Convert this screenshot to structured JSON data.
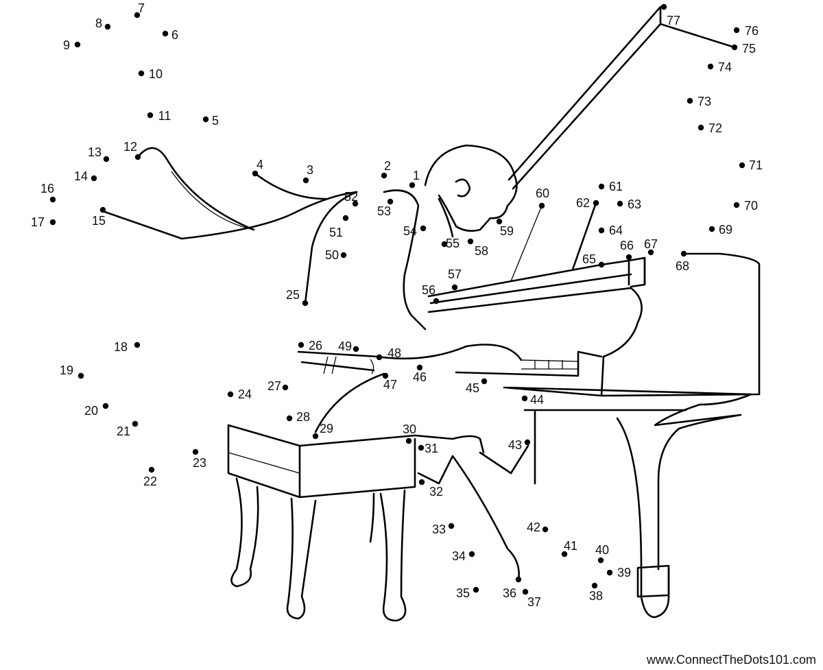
{
  "puzzle": {
    "dot_labels": [
      "1",
      "2",
      "3",
      "4",
      "5",
      "6",
      "7",
      "8",
      "9",
      "10",
      "11",
      "12",
      "13",
      "14",
      "15",
      "16",
      "17",
      "18",
      "19",
      "20",
      "21",
      "22",
      "23",
      "24",
      "25",
      "26",
      "27",
      "28",
      "29",
      "30",
      "31",
      "32",
      "33",
      "34",
      "35",
      "36",
      "37",
      "38",
      "39",
      "40",
      "41",
      "42",
      "43",
      "44",
      "45",
      "46",
      "47",
      "48",
      "49",
      "50",
      "51",
      "52",
      "53",
      "54",
      "55",
      "56",
      "57",
      "58",
      "59",
      "60",
      "61",
      "62",
      "63",
      "64",
      "65",
      "66",
      "67",
      "68",
      "69",
      "70",
      "71",
      "72",
      "73",
      "74",
      "75",
      "76",
      "77"
    ],
    "dot_color": "#000000"
  },
  "footer": {
    "watermark": "www.ConnectTheDots101.com"
  }
}
